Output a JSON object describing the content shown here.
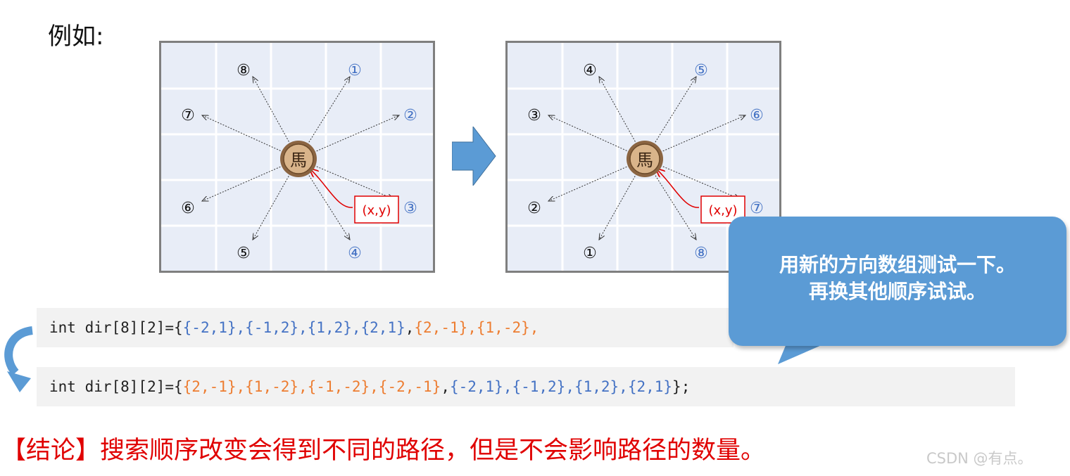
{
  "intro": "例如:",
  "piece_char": "馬",
  "coord_label": "(x,y)",
  "left_board_labels": {
    "top_left": "⑧",
    "top_right": "①",
    "upper_left": "⑦",
    "upper_right": "②",
    "lower_left": "⑥",
    "lower_right": "③",
    "bottom_left": "⑤",
    "bottom_right": "④"
  },
  "right_board_labels": {
    "top_left": "④",
    "top_right": "⑤",
    "upper_left": "③",
    "upper_right": "⑥",
    "lower_left": "②",
    "lower_right": "⑦",
    "bottom_left": "①",
    "bottom_right": "⑧"
  },
  "code1": {
    "prefix": "int dir[8][2]={",
    "blue_part": "{-2,1},{-1,2},{1,2},{2,1}",
    "sep": ",",
    "orange_part": "{2,-1},{1,-2},"
  },
  "code2": {
    "prefix": "int dir[8][2]={",
    "orange_part": "{2,-1},{1,-2},{-1,-2},{-2,-1}",
    "sep": ",",
    "blue_part": "{-2,1},{-1,2},{1,2},{2,1}",
    "suffix": "};"
  },
  "bubble": {
    "line1": "用新的方向数组测试一下。",
    "line2": "再换其他顺序试试。"
  },
  "conclusion": "【结论】搜索顺序改变会得到不同的路径，但是不会影响路径的数量。",
  "watermark": "CSDN @有点。",
  "colors": {
    "blue": "#4472c4",
    "orange": "#ed7d31",
    "red": "#e00000",
    "bubble": "#5b9bd5",
    "board": "#e8edf7"
  }
}
